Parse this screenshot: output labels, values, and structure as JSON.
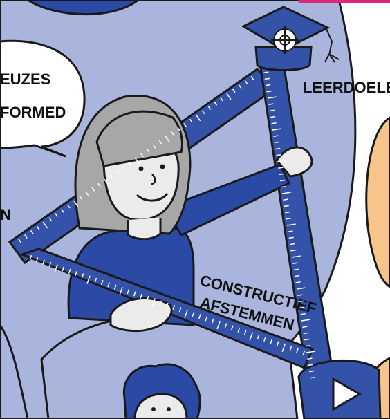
{
  "texts": {
    "speech_line1": "EUZES",
    "speech_line2": "FORMED",
    "left_letter": "N",
    "leerdoelen": "LEERDOELEI",
    "constructief": "CONSTRUCTIEF",
    "afstemmen": "AFSTEMMEN"
  },
  "colors": {
    "bg_blue": "#a9b5dc",
    "ruler_blue": "#3352a8",
    "dark_blue": "#2a4aa6",
    "hair_grey": "#a7a7a7",
    "skin": "#ebebeb",
    "accent_orange": "#f7c58a",
    "accent_pink": "#e0267c",
    "outline": "#1a1a1a"
  },
  "icons": [
    "target-icon",
    "play-icon"
  ]
}
